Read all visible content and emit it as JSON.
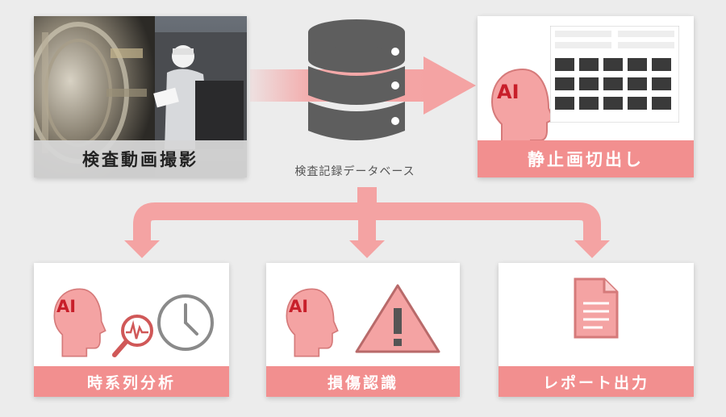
{
  "capture": {
    "label": "検査動画撮影"
  },
  "database": {
    "caption": "検査記録データベース"
  },
  "extract": {
    "label": "静止画切出し",
    "ai_badge": "AI"
  },
  "timeseries": {
    "label": "時系列分析",
    "ai_badge": "AI"
  },
  "damage": {
    "label": "損傷認識",
    "ai_badge": "AI"
  },
  "report": {
    "label": "レポート出力"
  },
  "colors": {
    "accent": "#f28f8f",
    "accent_dark": "#c84a4a",
    "arrow": "#f4a3a3",
    "db_gray": "#5e5e5e"
  }
}
